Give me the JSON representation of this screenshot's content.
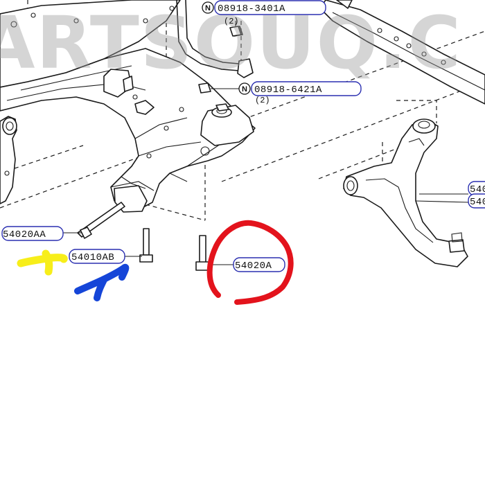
{
  "watermark": {
    "text": "ARTSOUQ.C"
  },
  "callouts": [
    {
      "id": "08918-3401A",
      "prefix": "N",
      "qty": "(2)"
    },
    {
      "id": "08918-6421A",
      "prefix": "N",
      "qty": "(2)"
    },
    {
      "id": "54020AA"
    },
    {
      "id": "54010AB"
    },
    {
      "id": "54020A"
    },
    {
      "id": "540"
    },
    {
      "id": "540"
    }
  ],
  "annotation_colors": {
    "yellow": "#f7ee1a",
    "blue": "#1545d8",
    "red": "#e3131c"
  },
  "label_border_color": "#2a2fb0"
}
